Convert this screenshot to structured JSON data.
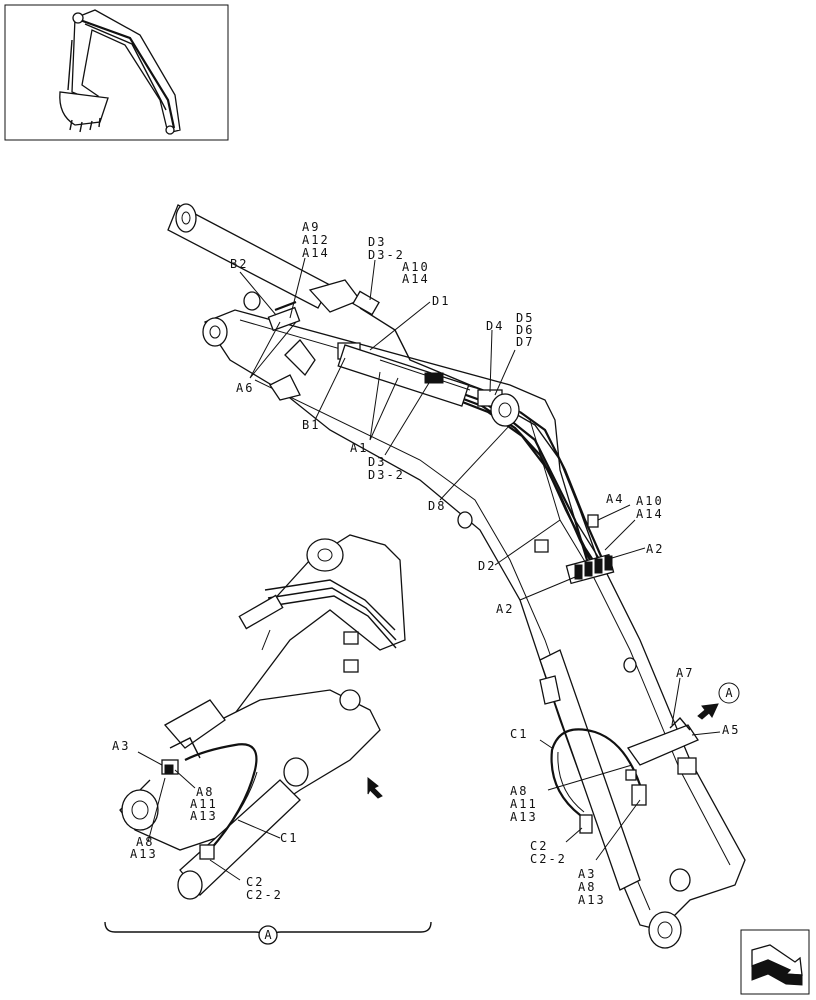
{
  "labels": {
    "a9": "A9",
    "a12_top": "A12",
    "a14_top": "A14",
    "b2": "B2",
    "a6": "A6",
    "b1": "B1",
    "a1": "A1",
    "d3_top": "D3",
    "d3_2_top": "D3-2",
    "a10_top": "A10",
    "a14_mid": "A14",
    "d1": "D1",
    "d4": "D4",
    "d5": "D5",
    "d6": "D6",
    "d7": "D7",
    "d3_bot": "D3",
    "d3_2_bot": "D3-2",
    "d8": "D8",
    "a4": "A4",
    "a10_right": "A10",
    "a14_right": "A14",
    "a2_right": "A2",
    "d2": "D2",
    "a2_low": "A2",
    "a7": "A7",
    "a5": "A5",
    "c1_right": "C1",
    "a8_right": "A8",
    "a11_right": "A11",
    "a13_right": "A13",
    "c2_right": "C2",
    "c2_2_right": "C2-2",
    "a3_right": "A3",
    "a8_right2": "A8",
    "a13_right2": "A13",
    "a3_left": "A3",
    "a8_left": "A8",
    "a11_left": "A11",
    "a13_left": "A13",
    "a8_left2": "A8",
    "a13_left2": "A13",
    "c1_left": "C1",
    "c2_left": "C2",
    "c2_2_left": "C2-2",
    "detail_a_circle": "A",
    "detail_a_bracket": "A"
  }
}
